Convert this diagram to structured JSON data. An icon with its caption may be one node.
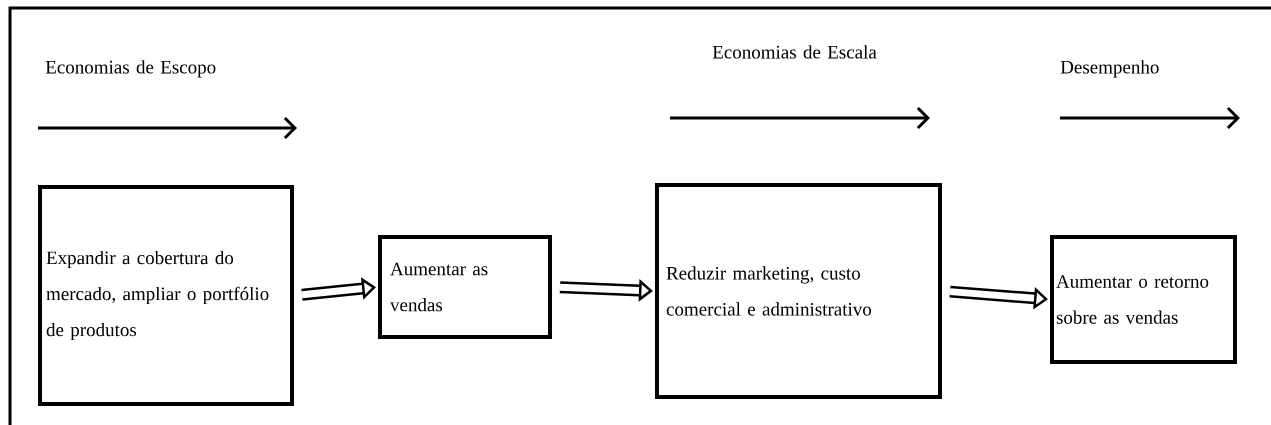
{
  "diagram": {
    "nodes": [
      {
        "text": [
          "Expandir a cobertura do mercado, ampliar o portfólio de produtos"
        ]
      },
      {
        "text": [
          "Aumentar as vendas"
        ]
      },
      {
        "text": [
          "Reduzir marketing, custo comercial e administrativo"
        ]
      },
      {
        "text": [
          "Aumentar o retorno sobre as vendas"
        ]
      }
    ],
    "edges": [
      {
        "from": 0,
        "to": 1,
        "arrow": "to"
      },
      {
        "from": 1,
        "to": 2,
        "arrow": "to"
      },
      {
        "from": 2,
        "to": 3,
        "arrow": "to"
      }
    ],
    "labels": [
      "Economias de Escopo",
      "Economias de Escala",
      "Desempenho"
    ]
  }
}
